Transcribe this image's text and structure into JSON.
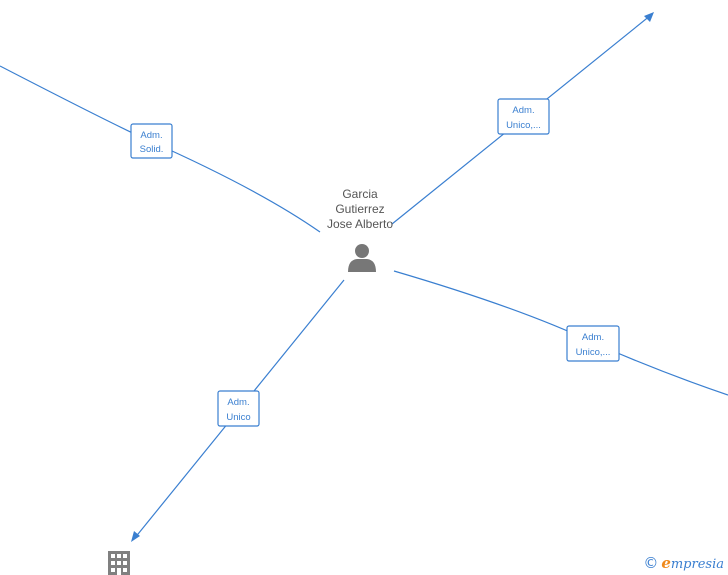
{
  "person": {
    "name_lines": [
      "Garcia",
      "Gutierrez",
      "Jose Alberto"
    ]
  },
  "edges": [
    {
      "id": "top-left",
      "role": [
        "Adm.",
        "Solid."
      ]
    },
    {
      "id": "top-right",
      "role": [
        "Adm.",
        "Unico,..."
      ]
    },
    {
      "id": "right",
      "role": [
        "Adm.",
        "Unico,..."
      ]
    },
    {
      "id": "bottom-left",
      "role": [
        "Adm.",
        "Unico"
      ]
    }
  ],
  "brand": {
    "copyright": "©",
    "name_initial": "e",
    "name_rest": "mpresia"
  },
  "colors": {
    "edge": "#3a7fd0",
    "node_icon": "#777777",
    "brand_accent": "#f08a1c"
  },
  "icons": {
    "person": "person-icon",
    "company": "building-icon"
  }
}
